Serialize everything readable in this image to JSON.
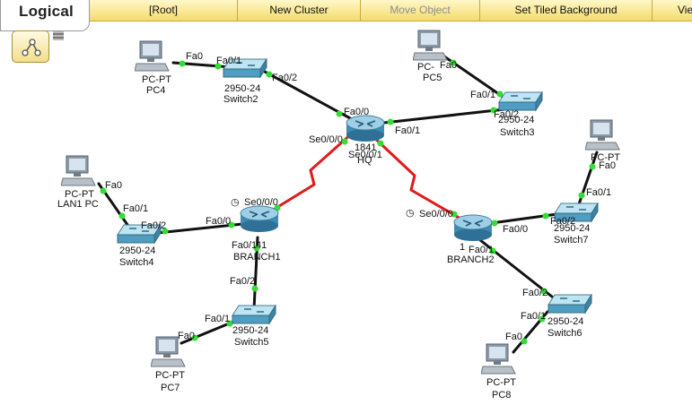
{
  "toolbar": {
    "logical_label": "Logical",
    "root_label": "[Root]",
    "new_cluster_label": "New Cluster",
    "move_object_label": "Move Object",
    "tiled_bg_label": "Set Tiled Background",
    "viewport_label": "Vie"
  },
  "devices": {
    "pc4": {
      "type": "PC-PT",
      "name": "PC4"
    },
    "pc5": {
      "type": "PC-",
      "name": "PC5"
    },
    "lan1": {
      "type": "PC-PT",
      "name": "LAN1 PC"
    },
    "pc7": {
      "type": "PC-PT",
      "name": "PC7"
    },
    "pc8": {
      "type": "PC-PT",
      "name": "PC8"
    },
    "pc_right": {
      "type": "PC-PT"
    },
    "switch2": {
      "model": "2950-24",
      "name": "Switch2"
    },
    "switch3": {
      "model": "2950-24",
      "name": "Switch3"
    },
    "switch4": {
      "model": "2950-24",
      "name": "Switch4"
    },
    "switch5": {
      "model": "2950-24",
      "name": "Switch5"
    },
    "switch6": {
      "model": "2950-24",
      "name": "Switch6"
    },
    "switch7": {
      "model": "2950-24",
      "name": "Switch7"
    },
    "hq": {
      "model": "1841",
      "name": "HQ"
    },
    "branch1": {
      "model": "41",
      "name": "BRANCH1"
    },
    "branch2": {
      "model": "1",
      "name": "BRANCH2"
    }
  },
  "ports": {
    "pc4_fa0": "Fa0",
    "sw2_fa01": "Fa0/1",
    "sw2_fa02": "Fa0/2",
    "hq_fa00": "Fa0/0",
    "hq_fa01": "Fa0/1",
    "hq_se000": "Se0/0/0",
    "hq_se001": "Se0/0/1",
    "pc5_fa0": "Fa0",
    "sw3_fa01": "Fa0/1",
    "sw3_fa02": "Fa0/2",
    "lan1_fa0": "Fa0",
    "sw4_fa01": "Fa0/1",
    "sw4_fa02": "Fa0/2",
    "br1_fa00": "Fa0/0",
    "br1_se000": "Se0/0/0",
    "br1_fa01": "Fa0/1",
    "sw5_fa02": "Fa0/2",
    "sw5_fa01": "Fa0/1",
    "pc7_fa0": "Fa0",
    "br2_se000": "Se0/0/0",
    "br2_fa00": "Fa0/0",
    "br2_fa01": "Fa0/1",
    "sw7_fa02": "Fa0/2",
    "sw7_fa01": "Fa0/1",
    "pcr_fa0": "Fa0",
    "sw6_fa02": "Fa0/2",
    "sw6_fa01": "Fa0/1",
    "pc8_fa0": "Fa0"
  },
  "colors": {
    "ethernet_link": "#111111",
    "serial_link": "#e01a1a",
    "link_up_dot": "#33dd33",
    "toolbar_bg": "#f4dc6b"
  }
}
